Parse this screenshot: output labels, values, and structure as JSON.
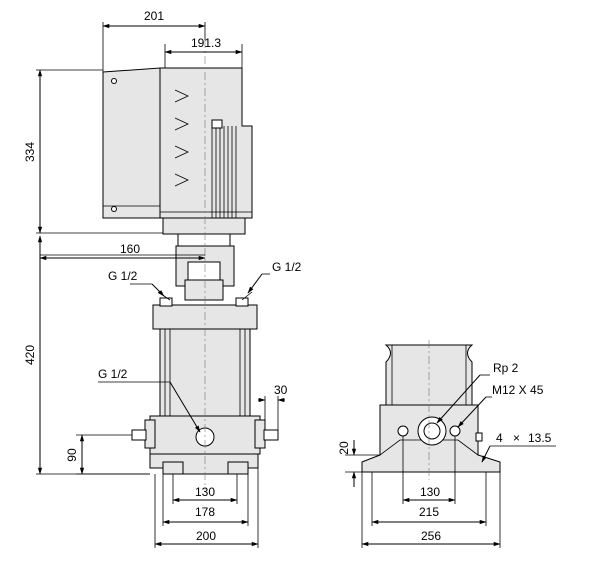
{
  "front_view": {
    "dimensions": {
      "top_width_201": "201",
      "motor_width_191_3": "191.3",
      "motor_height_334": "334",
      "pump_height_420": "420",
      "offset_160": "160",
      "inlet_height_90": "90",
      "flange_30": "30",
      "base_130": "130",
      "base_178": "178",
      "base_200": "200"
    },
    "labels": {
      "port_left_top": "G 1/2",
      "port_right_top": "G 1/2",
      "port_left_bottom": "G 1/2"
    }
  },
  "side_view": {
    "dimensions": {
      "height_20": "20",
      "base_130": "130",
      "base_215": "215",
      "base_256": "256"
    },
    "labels": {
      "connection": "Rp 2",
      "bolt": "M12 X 45",
      "holes_count": "4",
      "holes_times": "×",
      "holes_size": "13.5"
    }
  }
}
